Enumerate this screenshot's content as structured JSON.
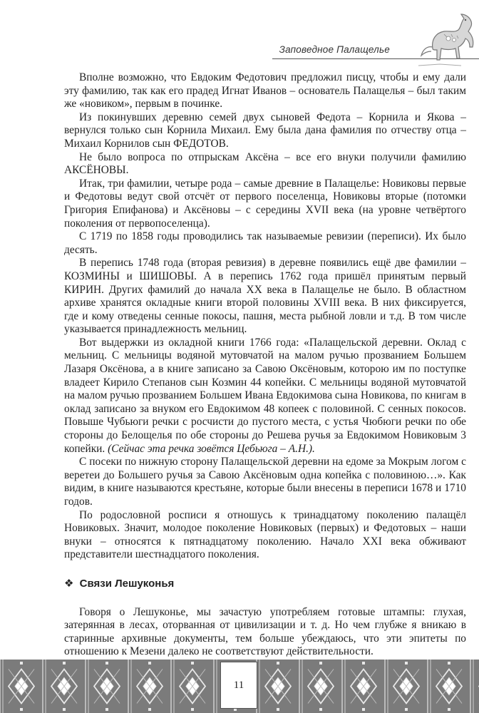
{
  "header": {
    "title": "Заповедное Палащелье"
  },
  "body": {
    "paragraphs": [
      {
        "text": "Вполне возможно, что Евдоким Федотович предложил писцу, чтобы и ему дали эту фамилию, так как его прадед Игнат Иванов – основатель Палащелья – был таким же «новиком», первым в починке."
      },
      {
        "text": "Из покинувших деревню семей двух сыновей Федота – Корнила и Якова – вернулся только сын Корнила Михаил. Ему была дана фамилия по отчеству отца – Михаил Корнилов сын ФЕДОТОВ."
      },
      {
        "text": "Не было вопроса по отпрыскам Аксёна – все его внуки получили фамилию АКСЁНОВЫ."
      },
      {
        "text": "Итак, три фамилии, четыре рода – самые древние в Палащелье: Новиковы первые и Федотовы ведут свой отсчёт от первого поселенца, Новиковы вторые (потомки Григория Епифанова) и Аксёновы – с середины XVII века (на уровне четвёртого поколения от первопоселенца)."
      },
      {
        "text": "С 1719 по 1858 годы проводились так называемые ревизии (переписи). Их было десять."
      },
      {
        "text": "В перепись 1748 года (вторая ревизия) в деревне появились ещё две фамилии – КОЗМИНЫ и ШИШОВЫ. А в перепись 1762 года пришёл принятым первый КИРИН. Других фамилий до начала XX века в Палащелье не было. В областном архиве хранятся окладные книги второй половины XVIII века. В них фиксируется, где и кому отведены сенные покосы, пашня, места рыбной ловли и т.д. В том числе указывается принадлежность мельниц."
      },
      {
        "text": "Вот выдержки из окладной книги 1766 года: «Палащельской деревни. Оклад с мельниц. С мельницы водяной мутовчатой на малом ручью прозванием Большем Лазаря Оксёнова, а в книге записано за Савою Оксёновым, которою им по поступке владеет Кирило Степанов сын Козмин 44 копейки. С мельницы водяной мутовчатой на малом ручью прозванием Большем Ивана Евдокимова сына Новикова, по книгам в оклад записано за внуком его Евдокимом 48 копеек с половиной. С сенных покосов. Повыше Чубьюги речки с росчисти до пустого места, с устья Чюбюги речки по обе стороны до Белощелья по обе стороны до Решева ручья за Евдокимом Новиковым 3 копейки.",
        "emph": "(Сейчас эта речка зовётся Цебьюга – А.Н.)."
      },
      {
        "text": "С посеки по нижную сторону Палащельской деревни на едоме за Мокрым логом с веретеи до Большего ручья за Савою Аксёновым одна копейка с половиною…». Как видим, в книге называются крестьяне, которые были внесены в переписи 1678 и 1710 годов."
      },
      {
        "text": "По родословной росписи я отношусь к тринадцатому поколению палащёл Новиковых. Значит, молодое поколение Новиковых (первых) и Федотовых – наши внуки – относятся к пятнадцатому поколению. Начало XXI века обживают представители шестнадцатого поколения."
      }
    ],
    "section_heading": {
      "bullet": "❖",
      "text": "Связи Лешуконья"
    },
    "section_paragraphs": [
      {
        "text": "Говоря о Лешуконье, мы зачастую употребляем готовые штампы: глухая, затерянная в лесах, оторванная от цивилизации и т. д. Но чем глубже я вникаю в старинные архивные документы, тем больше убеждаюсь, что эти эпитеты по отношению к Мезени далеко не соответствуют действительности."
      }
    ]
  },
  "footer": {
    "page_number": "11",
    "ornament_color": "#7b7b7b"
  },
  "decor": {
    "header_icon": "horse-emblem-icon",
    "footer_icon": "folk-ornament-band"
  }
}
